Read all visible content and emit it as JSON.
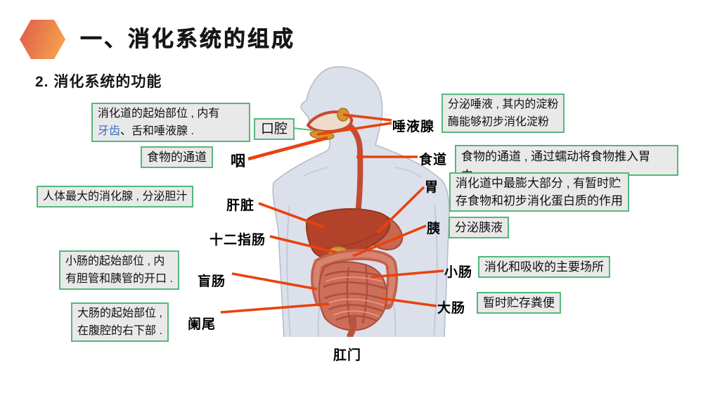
{
  "slide": {
    "title": "一、消化系统的组成",
    "subtitle": "2. 消化系统的功能"
  },
  "annotations": {
    "oral": {
      "label": "口腔",
      "desc_pre": "消化道的起始部位 , 内有",
      "desc_highlight": "牙齿",
      "desc_post": "、舌和唾液腺 ."
    },
    "pharynx": {
      "label": "咽",
      "desc": "食物的通道"
    },
    "liver": {
      "label": "肝脏",
      "desc": "人体最大的消化腺 , 分泌胆汁"
    },
    "duodenum": {
      "label": "十二指肠",
      "desc_line1": "小肠的起始部位 , 内",
      "desc_line2": "有胆管和胰管的开口 ."
    },
    "cecum": {
      "label": "盲肠"
    },
    "appendix": {
      "label": "阑尾",
      "desc_line1": "大肠的起始部位 ,",
      "desc_line2": "在腹腔的右下部 ."
    },
    "salivary": {
      "label": "唾液腺",
      "desc_line1": "分泌唾液 , 其内的淀粉",
      "desc_line2": "酶能够初步消化淀粉"
    },
    "esophagus": {
      "label": "食道",
      "desc_line1": "食物的通道 , 通过蠕动将食物推入胃",
      "desc_line2": "中"
    },
    "stomach": {
      "label": "胃",
      "desc_line1": "消化道中最膨大部分 , 有暂时贮",
      "desc_line2": "存食物和初步消化蛋白质的作用"
    },
    "pancreas": {
      "label": "胰",
      "desc": "分泌胰液"
    },
    "small_intestine": {
      "label": "小肠",
      "desc": "消化和吸收的主要场所"
    },
    "large_intestine": {
      "label": "大肠",
      "desc": "暂时贮存粪便"
    },
    "anus": {
      "label": "肛门"
    }
  },
  "colors": {
    "accent_line": "#e8420e",
    "box_border": "#55b87a",
    "box_bg": "#e9e9e9",
    "highlight_text": "#3a6cc4",
    "hexagon_start": "#e05a4d",
    "hexagon_end": "#f29d4b"
  }
}
